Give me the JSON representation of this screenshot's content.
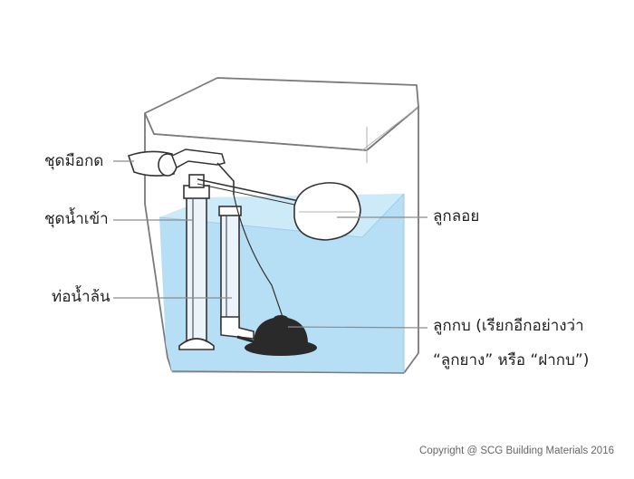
{
  "labels": {
    "handle": "ชุดมือกด",
    "inlet": "ชุดน้ำเข้า",
    "overflow": "ท่อน้ำล้น",
    "float": "ลูกลอย",
    "flapper_line1": "ลูกกบ (เรียกอีกอย่างว่า",
    "flapper_line2": "“ลูกยาง” หรือ “ฝากบ”)"
  },
  "copyright": "Copyright  @ SCG Building Materials 2016",
  "colors": {
    "water": "#b6def4",
    "water_surface": "#cdeaf8",
    "outline": "#7a7a7a",
    "leader": "#8c8c8c",
    "flapper": "#2a2a2a",
    "text": "#222222"
  },
  "icons": {
    "tank": "toilet-tank-icon",
    "handle": "flush-handle-icon",
    "float": "float-ball-icon",
    "flapper": "flapper-icon"
  }
}
